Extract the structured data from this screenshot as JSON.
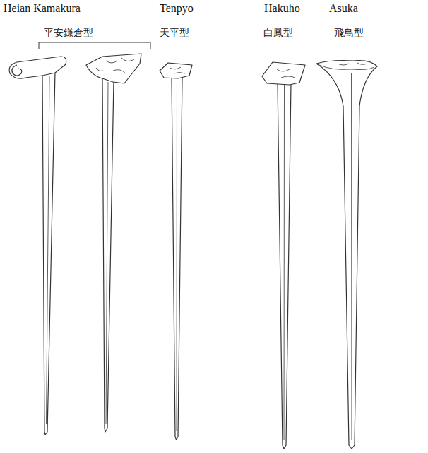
{
  "diagram": {
    "labels": [
      "Heian Kamakura",
      "Tenpyo",
      "Hakuho",
      "Asuka",
      "平安鎌倉型",
      "天平型",
      "白鳳型",
      "飛鳥型"
    ]
  }
}
